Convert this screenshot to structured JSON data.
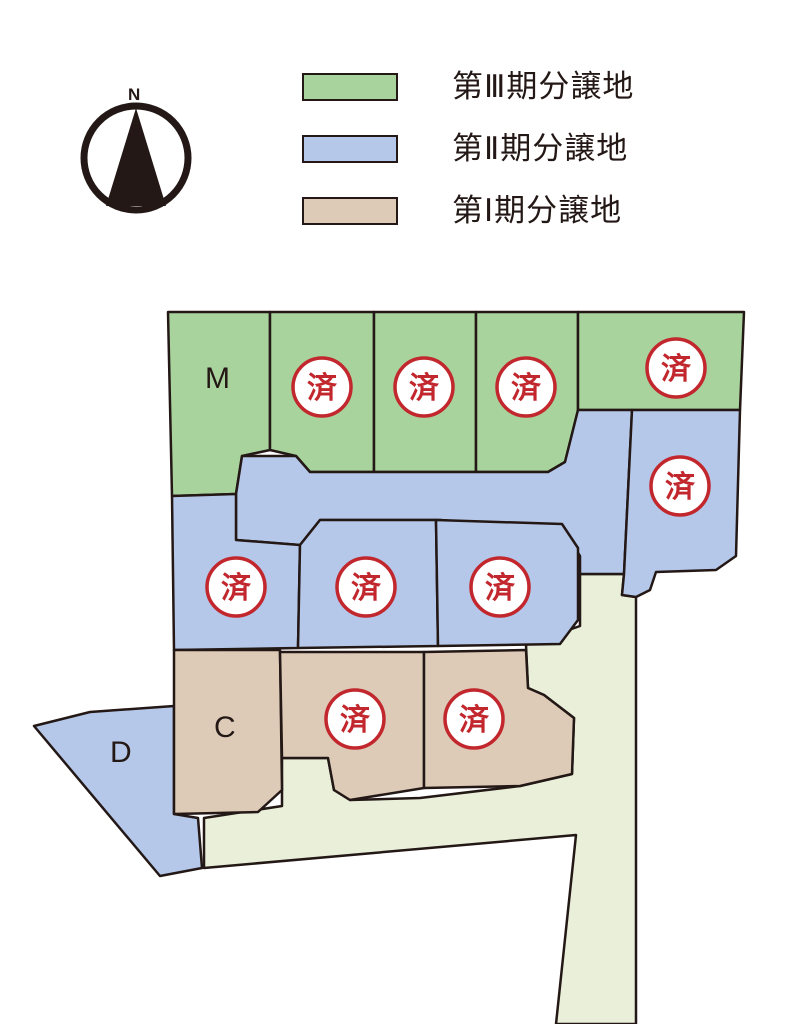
{
  "compass": {
    "north_label": "N",
    "icon": "north-arrow-icon"
  },
  "legend": [
    {
      "label": "第Ⅲ期分譲地",
      "color": "#a9d39d"
    },
    {
      "label": "第Ⅱ期分譲地",
      "color": "#b5c8e9"
    },
    {
      "label": "第Ⅰ期分譲地",
      "color": "#ddcbb7"
    }
  ],
  "colors": {
    "phase3": "#a9d39d",
    "phase2": "#b5c8e9",
    "phase1": "#ddcbb7",
    "road": "#e9efd9",
    "outline": "#231815",
    "sold_mark": "#c1272d"
  },
  "sold_mark_text": "済",
  "lots": {
    "m": "M",
    "c": "C",
    "d": "D"
  }
}
